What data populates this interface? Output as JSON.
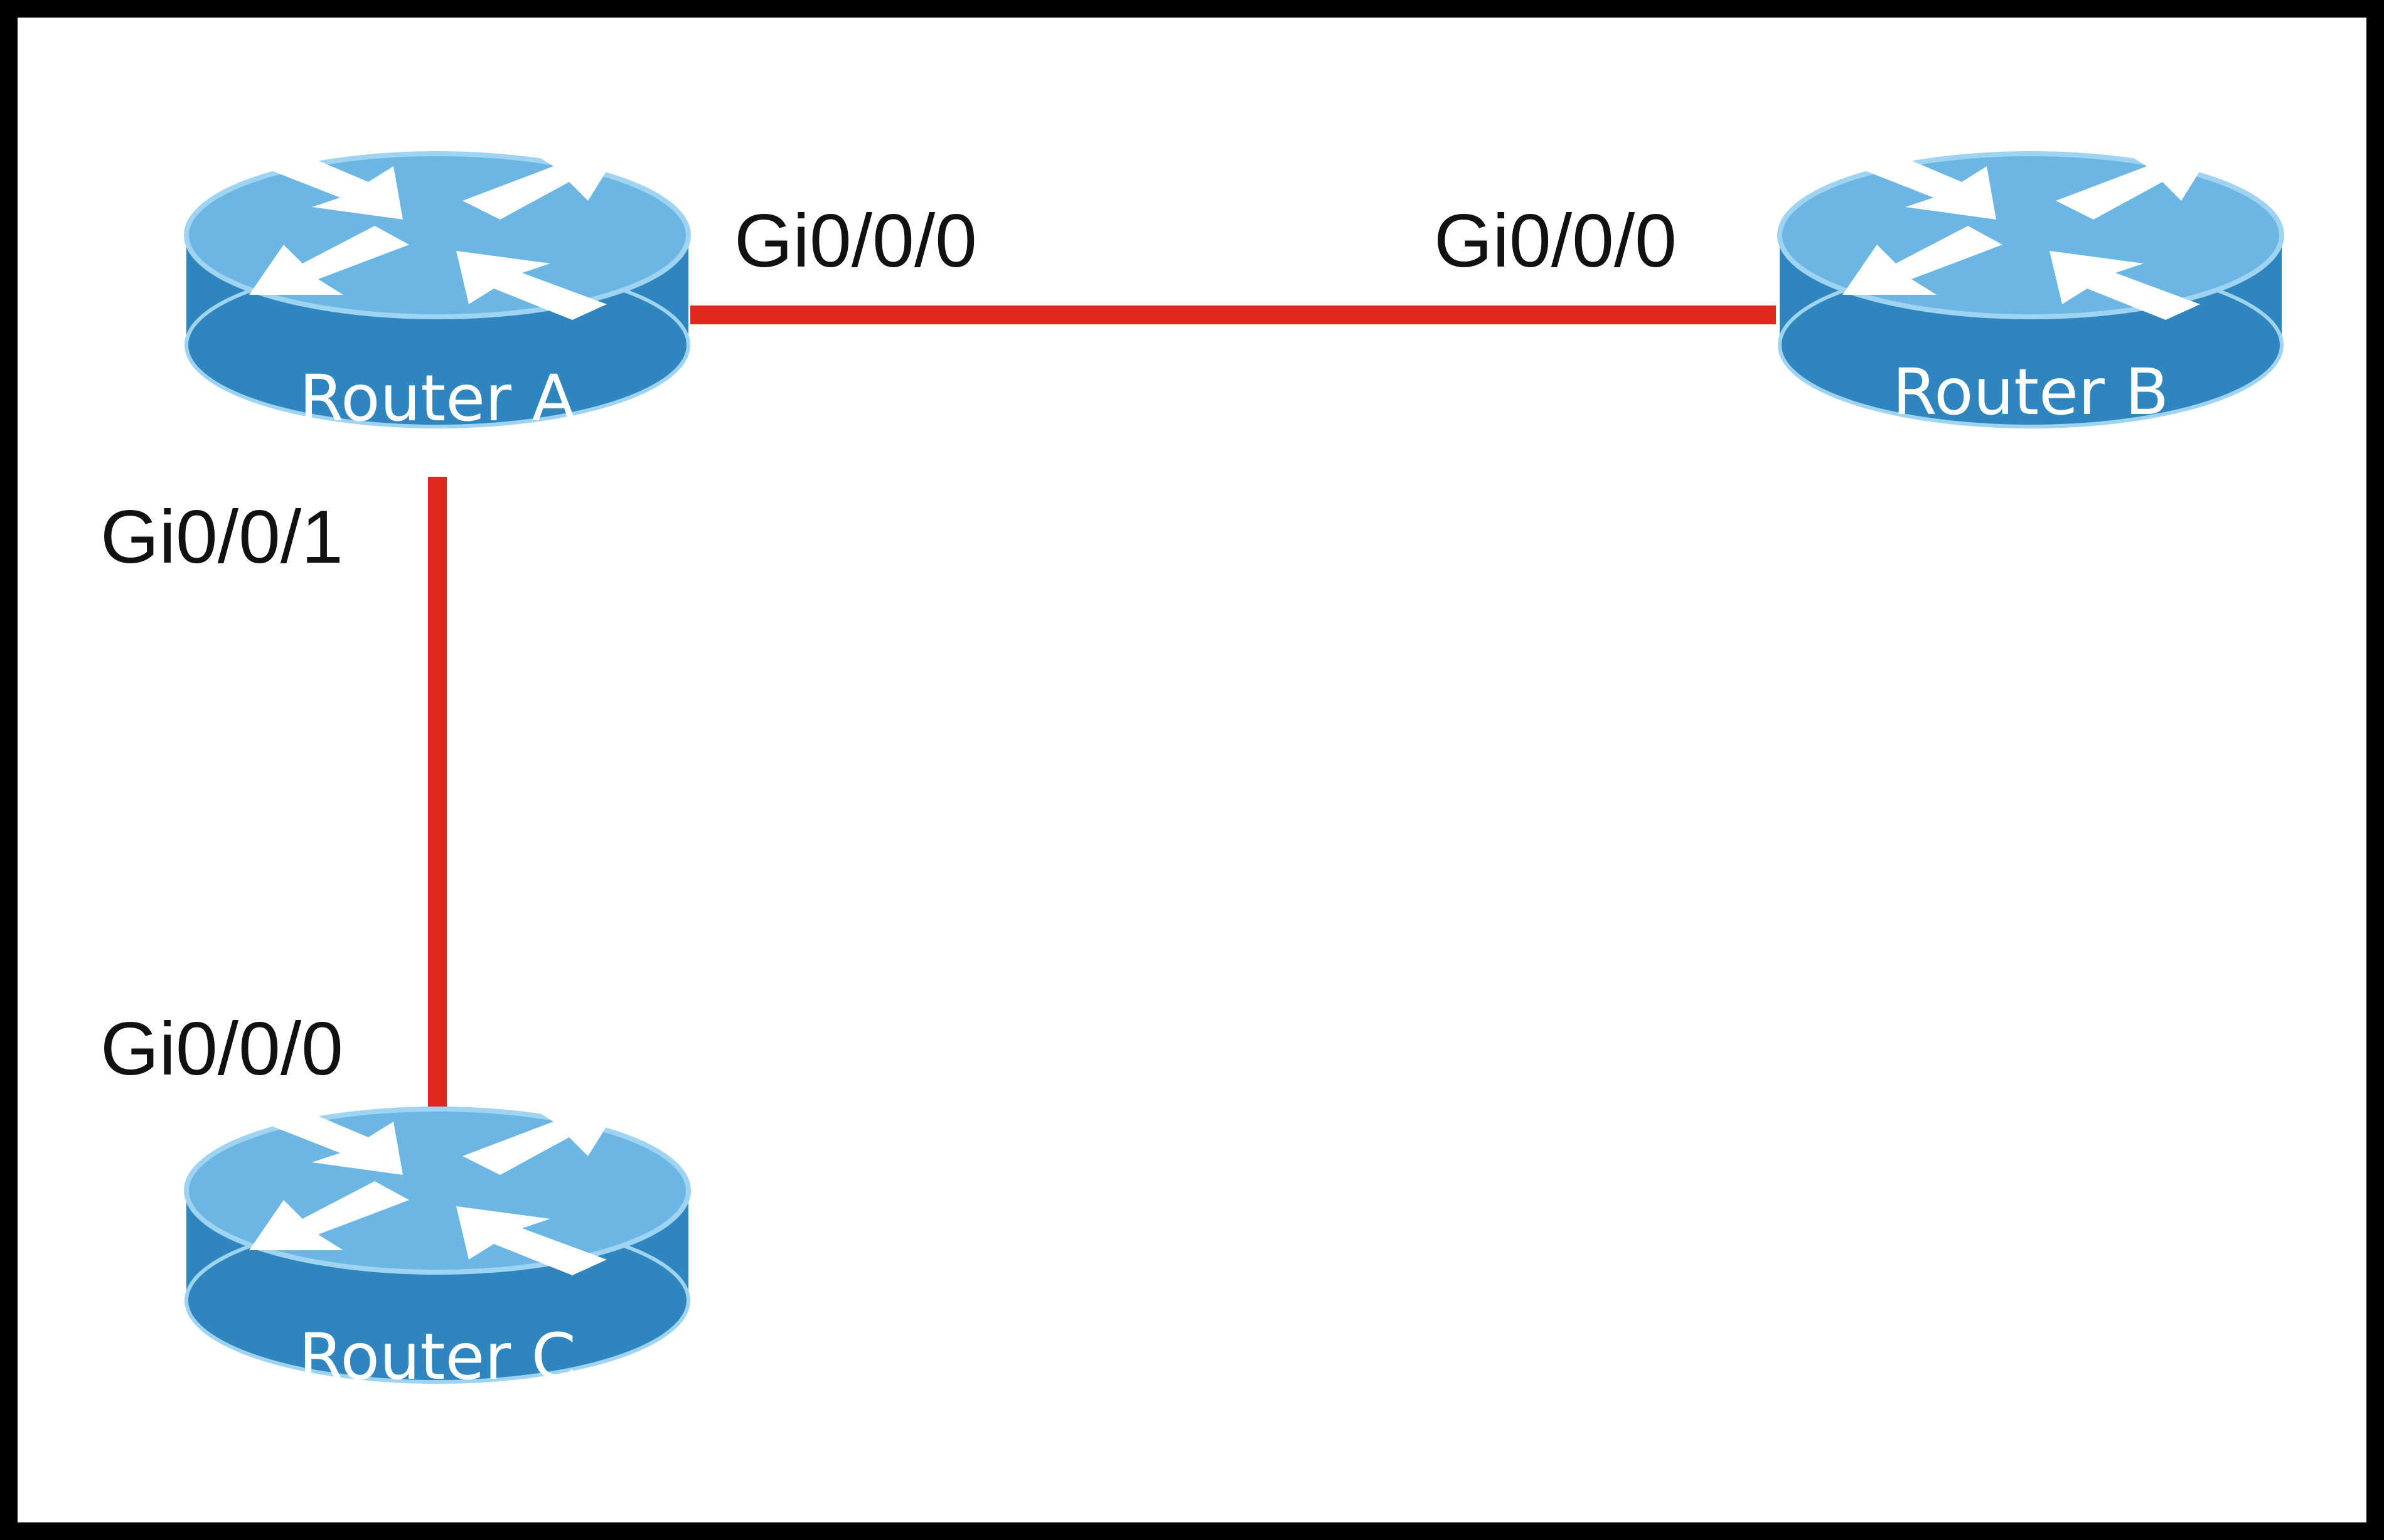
{
  "colors": {
    "background": "#ffffff",
    "frame": "#000000",
    "link": "#e0281e",
    "router_top": "#6cb6e4",
    "router_side": "#2f86be",
    "router_edge": "#9fd3f2",
    "arrow": "#ffffff",
    "text": "#111111"
  },
  "routers": [
    {
      "id": "A",
      "label": "Router A",
      "icon": "router-icon"
    },
    {
      "id": "B",
      "label": "Router B",
      "icon": "router-icon"
    },
    {
      "id": "C",
      "label": "Router C",
      "icon": "router-icon"
    }
  ],
  "links": [
    {
      "from": "A",
      "to": "B",
      "from_interface": "Gi0/0/0",
      "to_interface": "Gi0/0/0"
    },
    {
      "from": "A",
      "to": "C",
      "from_interface": "Gi0/0/1",
      "to_interface": "Gi0/0/0"
    }
  ]
}
